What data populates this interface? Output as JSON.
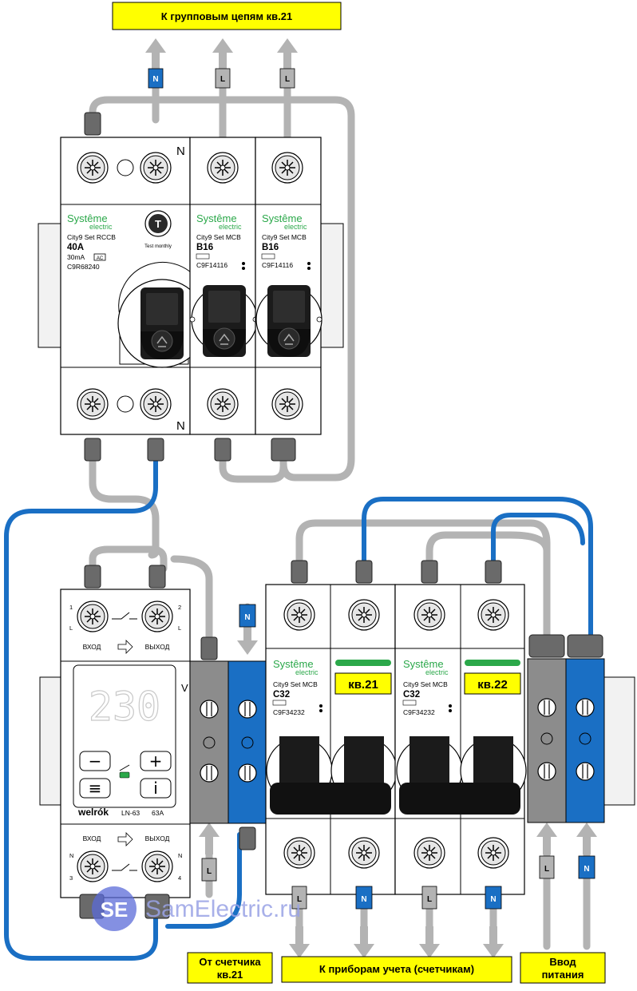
{
  "diagram": {
    "top_label": "К групповым цепям кв.21",
    "bottom_label_left": "От счетчика кв.21",
    "bottom_label_left_line1": "От счетчика",
    "bottom_label_left_line2": "кв.21",
    "bottom_label_center": "К приборам учета (счетчикам)",
    "bottom_label_right": "Ввод питания",
    "bottom_label_right_line1": "Ввод",
    "bottom_label_right_line2": "питания",
    "colors": {
      "label_bg": "#ffff00",
      "neutral_wire": "#1a6fc4",
      "line_wire": "#b3b3b3",
      "neutral_block": "#1a6fc4",
      "line_block": "#8c8c8c",
      "brand_green": "#2ba84a",
      "watermark": "#5b6bd8"
    }
  },
  "top_wire_tags": [
    "N",
    "L",
    "L"
  ],
  "mid_wire_tag": "N",
  "bottom_wire_tags": [
    {
      "label": "L",
      "wire": "L"
    },
    {
      "label": "L",
      "wire": "L"
    },
    {
      "label": "N",
      "wire": "N"
    },
    {
      "label": "L",
      "wire": "L"
    },
    {
      "label": "N",
      "wire": "N"
    },
    {
      "label": "L",
      "wire": "L"
    },
    {
      "label": "N",
      "wire": "N"
    }
  ],
  "rccb": {
    "brand": "Systême",
    "brand_sub": "electric",
    "model": "City9 Set RCCB",
    "rating": "40A",
    "sensitivity": "30mA",
    "type_badge": "AC",
    "code": "C9R68240",
    "test_button": "T",
    "test_label": "Test monthly",
    "n_top": "N",
    "n_bottom": "N"
  },
  "mcb_b16": [
    {
      "brand": "Systême",
      "brand_sub": "electric",
      "model": "City9 Set MCB",
      "rating": "B16",
      "code": "C9F14116"
    },
    {
      "brand": "Systême",
      "brand_sub": "electric",
      "model": "City9 Set MCB",
      "rating": "B16",
      "code": "C9F14116"
    }
  ],
  "mcb_c32": [
    {
      "brand": "Systême",
      "brand_sub": "electric",
      "model": "City9 Set MCB",
      "rating": "C32",
      "code": "C9F34232",
      "apartment": "кв.21"
    },
    {
      "brand": "Systême",
      "brand_sub": "electric",
      "model": "City9 Set MCB",
      "rating": "C32",
      "code": "C9F34232",
      "apartment": "кв.22"
    }
  ],
  "relay": {
    "display": "230",
    "display_unit": "V",
    "input_label": "ВХОД",
    "output_label": "ВЫХОД",
    "brand": "welrók",
    "model": "LN-63",
    "current": "63A",
    "term_1": "1",
    "term_2": "2",
    "term_3": "3",
    "term_4": "4",
    "l_mark": "L",
    "n_mark": "N",
    "btn_minus": "−",
    "btn_plus": "+",
    "btn_menu": "≡",
    "btn_info": "i"
  },
  "watermark": {
    "logo": "SE",
    "text": "SamElectric.ru"
  }
}
